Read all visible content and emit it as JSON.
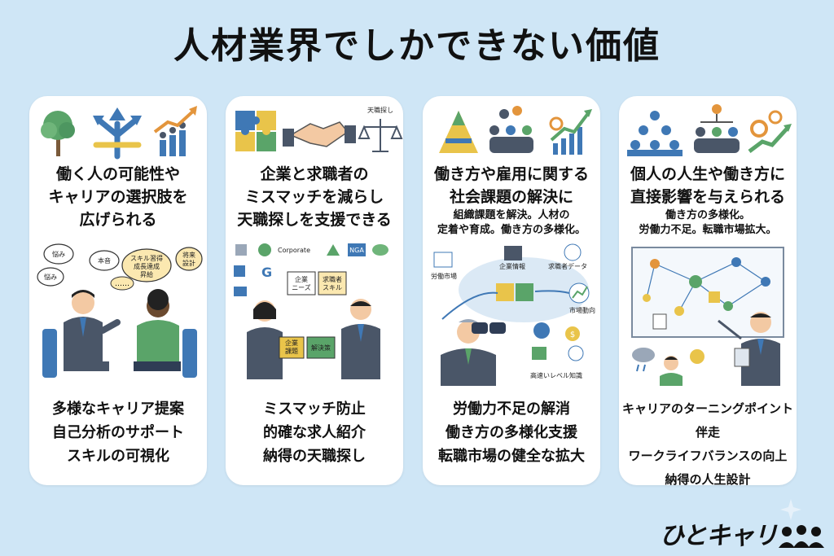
{
  "title": "人材業界でしかできない価値",
  "cards": [
    {
      "heading": [
        "働く人の可能性や",
        "キャリアの選択肢を",
        "広げられる"
      ],
      "sub": [],
      "bubbles": [
        "悩み",
        "本音",
        "スキル習得\n成長達成\n昇給",
        "将来\n設計",
        "悩み"
      ],
      "points": [
        "多様なキャリア提案",
        "自己分析のサポート",
        "スキルの可視化"
      ]
    },
    {
      "heading": [
        "企業と求職者の",
        "ミスマッチを減らし",
        "天職探しを支援できる"
      ],
      "sub": [],
      "icon_label": "天職探し",
      "logo_label": "Corporate",
      "logo_label2": "NGA",
      "puzzle_labels": [
        "企業\nニーズ",
        "求職者\nスキル",
        "企業\n課題",
        "解決策"
      ],
      "points": [
        "ミスマッチ防止",
        "的確な求人紹介",
        "納得の天職探し"
      ]
    },
    {
      "heading": [
        "働き方や雇用に関する",
        "社会課題の解決に"
      ],
      "sub": [
        "組織課題を解決。人材の",
        "定着や育成。働き方の多様化。"
      ],
      "map_labels": [
        "労働市場",
        "企業情報",
        "求職者データ",
        "市場動向",
        "高速いレベル知識"
      ],
      "points": [
        "労働力不足の解消",
        "働き方の多様化支援",
        "転職市場の健全な拡大"
      ]
    },
    {
      "heading": [
        "個人の人生や働き方に",
        "直接影響を与えられる"
      ],
      "sub": [
        "働き方の多様化。",
        "労働力不足。転職市場拡大。"
      ],
      "points": [
        "キャリアのターニングポイント伴走",
        "ワークライフバランスの向上",
        "納得の人生設計"
      ]
    }
  ],
  "brand": "ひとキャリ",
  "colors": {
    "background": "#cfe6f6",
    "suit": "#4a5668",
    "green": "#5aa469",
    "yellow": "#e9c44a",
    "blue": "#3f78b5",
    "orange": "#e3953c"
  }
}
